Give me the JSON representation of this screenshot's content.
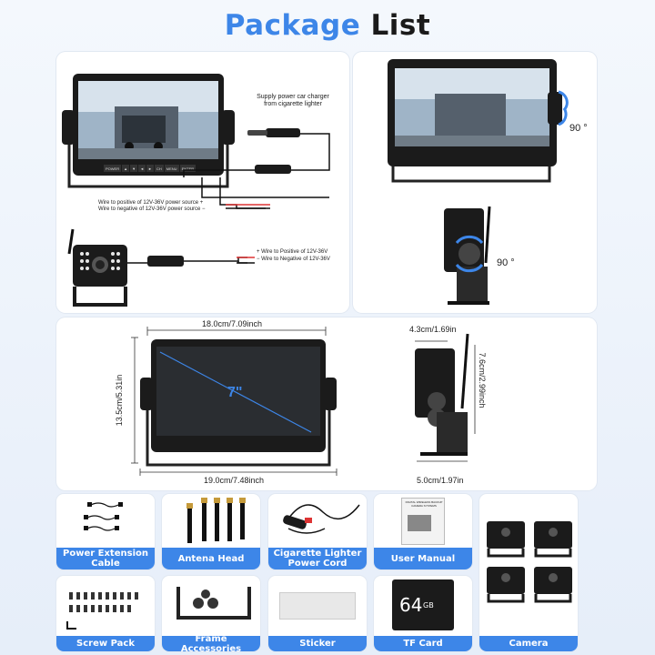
{
  "header": {
    "title_word1": "Package",
    "title_word2": "List"
  },
  "monitor": {
    "buttons": [
      "POWER",
      "▲",
      "▼",
      "◄",
      "►",
      "CH",
      "MENU",
      "ENTER"
    ]
  },
  "wiring": {
    "charger_label_line1": "Supply power car charger",
    "charger_label_line2": "from cigarette lighter",
    "monitor_wire_pos": "Wire to positive of 12V-36V power source +",
    "monitor_wire_neg": "Wire to negative of 12V-36V power source −",
    "camera_wire_pos": "+ Wire to Positive of 12V-36V",
    "camera_wire_neg": "− Wire to Negative of 12V-36V"
  },
  "rotation": {
    "monitor_angle": "90 °",
    "camera_angle": "90 °"
  },
  "dimensions": {
    "screen_size": "7\"",
    "monitor_top_width": "18.0cm/7.09inch",
    "monitor_height": "13.5cm/5.31in",
    "monitor_bottom_width": "19.0cm/7.48inch",
    "camera_top_width": "4.3cm/1.69in",
    "camera_height": "7.6cm/2.99inch",
    "camera_bottom_width": "5.0cm/1.97in"
  },
  "items_row1": [
    {
      "label": "Power Extension Cable"
    },
    {
      "label": "Antena Head"
    },
    {
      "label": "Cigarette Lighter Power Cord"
    },
    {
      "label": "User Manual"
    },
    {
      "label": "Camera"
    }
  ],
  "items_row2": [
    {
      "label": "Screw Pack"
    },
    {
      "label": "Frame Accessories"
    },
    {
      "label": "Sticker"
    },
    {
      "label": "TF Card"
    }
  ],
  "tf_card": {
    "capacity": "64",
    "unit": "GB"
  },
  "manual_cover_text": "DIGITAL WIRELESS BACKUP CAMERA SYSTEMS",
  "colors": {
    "accent": "#3d86e8",
    "title_dark": "#1a1a1a",
    "device_black": "#1b1b1b",
    "cable_red": "#d33"
  }
}
